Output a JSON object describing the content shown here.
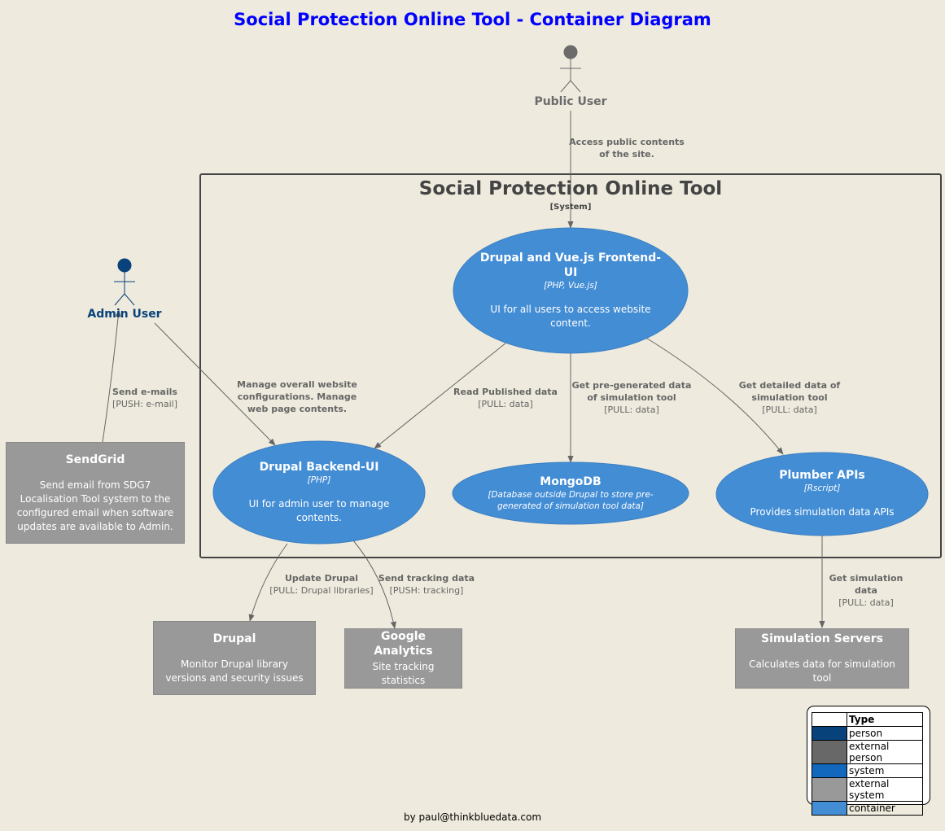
{
  "title": "Social Protection Online Tool - Container Diagram",
  "boundary": {
    "title": "Social Protection Online Tool",
    "type": "[System]"
  },
  "actors": {
    "public_user": {
      "label": "Public User",
      "color": "#6B6B6B"
    },
    "admin_user": {
      "label": "Admin User",
      "color": "#08427B"
    }
  },
  "containers": {
    "frontend": {
      "name": "Drupal and Vue.js Frontend-UI",
      "tech": "[PHP, Vue.js]",
      "desc": "UI for all users to access website content."
    },
    "backend": {
      "name": "Drupal Backend-UI",
      "tech": "[PHP]",
      "desc": "UI for admin user to manage contents."
    },
    "mongodb": {
      "name": "MongoDB",
      "tech": "[Database outside Drupal to store pre-generated of simulation tool data]"
    },
    "plumber": {
      "name": "Plumber APIs",
      "tech": "[Rscript]",
      "desc": "Provides simulation data APIs"
    }
  },
  "external_systems": {
    "sendgrid": {
      "name": "SendGrid",
      "desc": "Send email from SDG7 Localisation Tool system to the configured email when software updates are available to Admin."
    },
    "drupal": {
      "name": "Drupal",
      "desc": "Monitor Drupal library versions and security issues"
    },
    "google_analytics": {
      "name": "Google Analytics",
      "desc": "Site tracking statistics"
    },
    "simulation_servers": {
      "name": "Simulation Servers",
      "desc": "Calculates data for simulation tool"
    }
  },
  "relations": {
    "public_frontend": {
      "label": "Access public contents of the site."
    },
    "admin_backend": {
      "label": "Manage overall website configurations. Manage web page contents."
    },
    "sendgrid_admin": {
      "label": "Send e-mails",
      "tech": "[PUSH: e-mail]"
    },
    "frontend_backend": {
      "label": "Read Published data",
      "tech": "[PULL: data]"
    },
    "frontend_mongodb": {
      "label": "Get pre-generated data of simulation tool",
      "tech": "[PULL: data]"
    },
    "frontend_plumber": {
      "label": "Get detailed data of simulation tool",
      "tech": "[PULL: data]"
    },
    "backend_drupal": {
      "label": "Update Drupal",
      "tech": "[PULL: Drupal libraries]"
    },
    "backend_ga": {
      "label": "Send tracking data",
      "tech": "[PUSH: tracking]"
    },
    "plumber_sim": {
      "label": "Get simulation data",
      "tech": "[PULL: data]"
    }
  },
  "legend": {
    "header": "Type",
    "items": [
      {
        "label": "person",
        "color": "#08427B"
      },
      {
        "label": "external person",
        "color": "#686868"
      },
      {
        "label": "system",
        "color": "#1168BD"
      },
      {
        "label": "external system",
        "color": "#999999"
      },
      {
        "label": "container",
        "color": "#438DD5"
      }
    ]
  },
  "colors": {
    "container": "#438DD5",
    "external_system": "#999999",
    "edge": "#666666"
  },
  "footer": "by paul@thinkbluedata.com"
}
